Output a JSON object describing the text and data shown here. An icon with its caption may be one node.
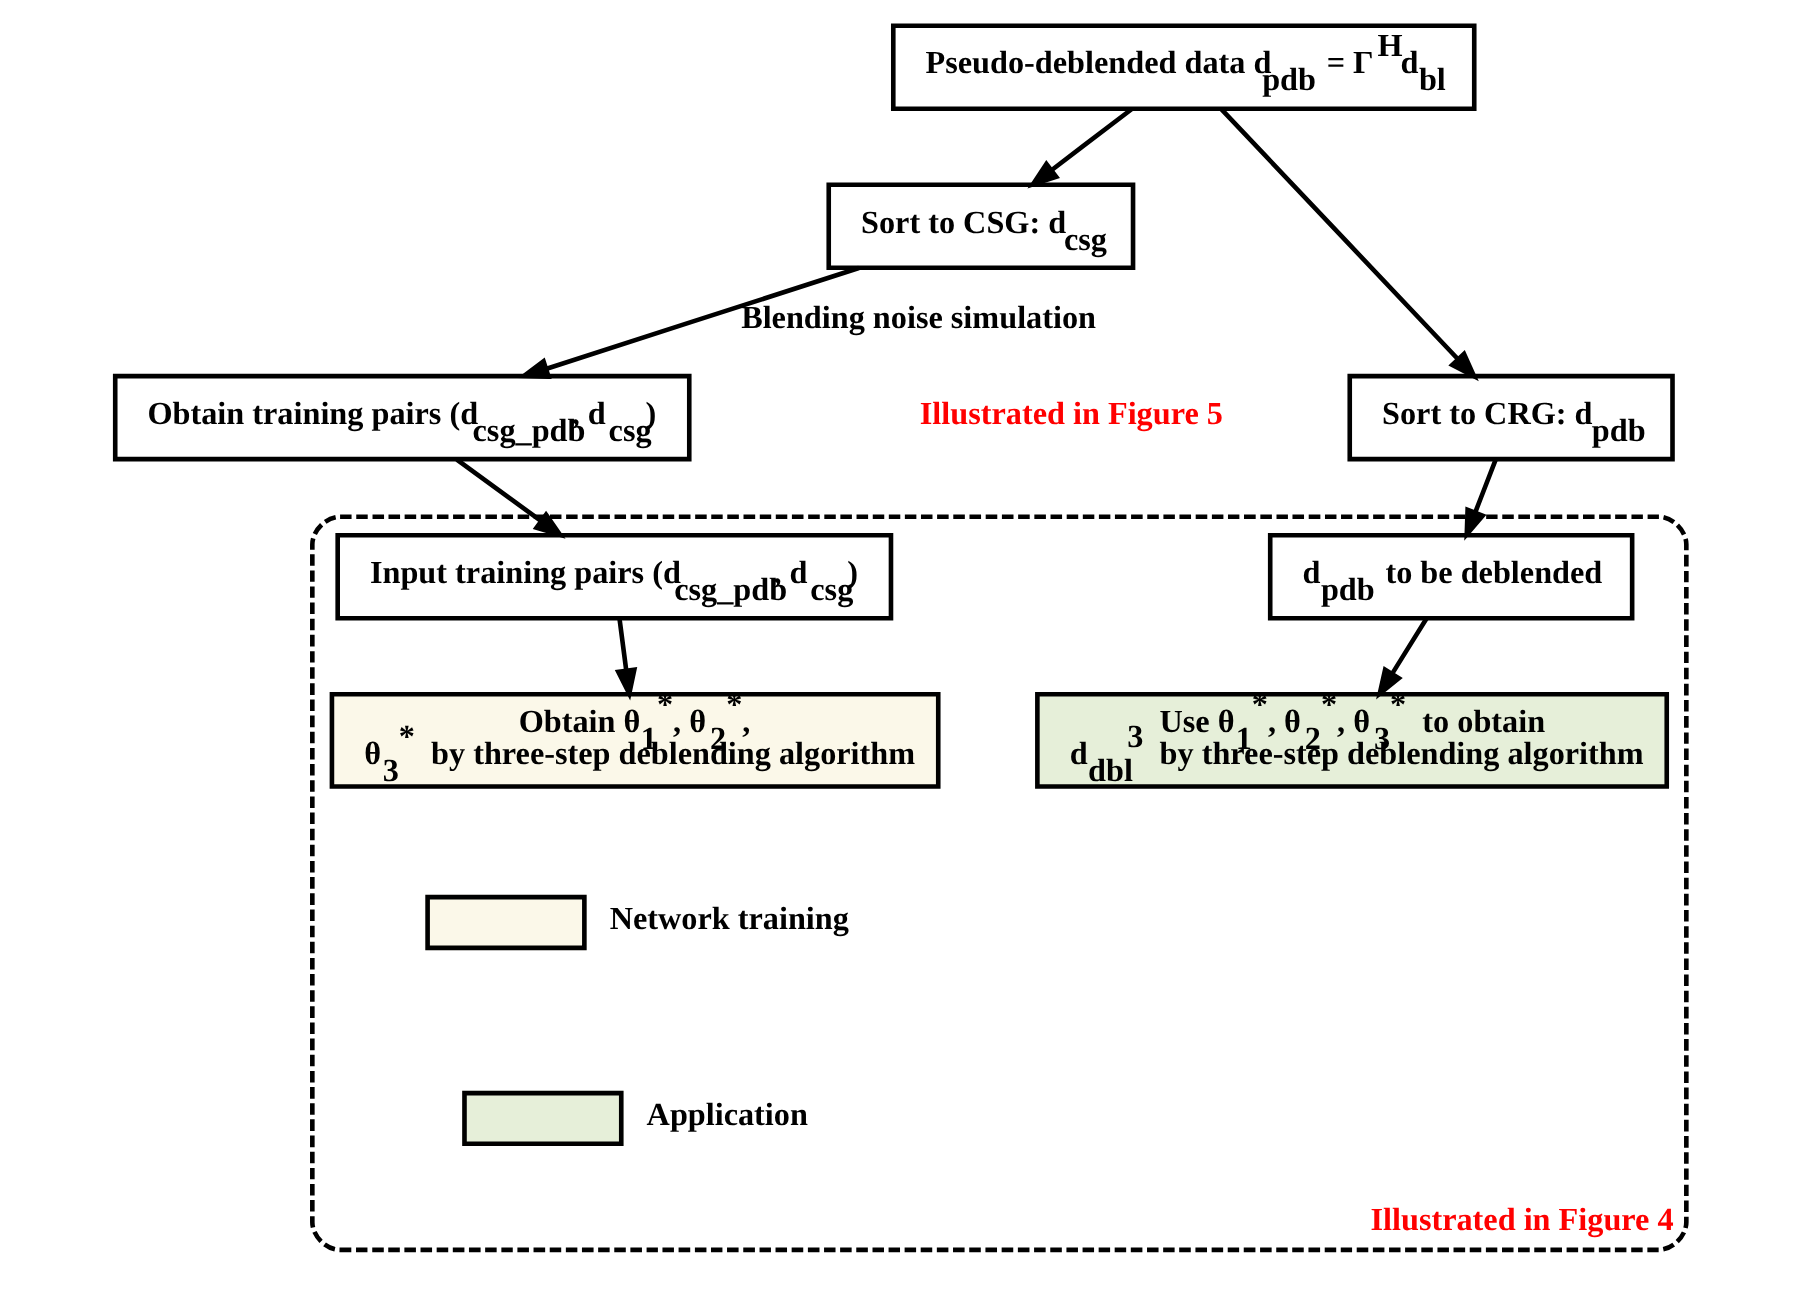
{
  "diagram": {
    "nodes": [
      {
        "text": [
          "Pseudo-deblended data d$_{pdb}$ = Γ$^{H}$d$_{bl}$"
        ]
      },
      {
        "text": [
          "Sort to CSG: d$_{csg}$"
        ]
      },
      {
        "text": [
          "Obtain training pairs (d$_{csg_pdb}$, d$_{csg}$)"
        ]
      },
      {
        "text": [
          "Sort to CRG: d$_{pdb}$"
        ]
      },
      {
        "text": [
          "Illustrated in Figure 4"
        ]
      },
      {
        "text": [
          "Input training pairs (d$_{csg_pdb}$, d$_{csg}$)"
        ],
        "in": 4
      },
      {
        "text": [
          "d$_{pdb}$ to be deblended"
        ],
        "in": 4
      },
      {
        "text": [
          "Obtain θ$_{1}$$^{*}$, θ$_{2}$$^{*}$, θ$_{3}$$^{*}$ by three-step deblending algorithm"
        ],
        "in": 4
      },
      {
        "text": [
          "Use θ$_{1}$$^{*}$, θ$_{2}$$^{*}$, θ$_{3}$$^{*}$ to obtain d$_{dbl}$$^{3}$ by three-step deblending algorithm"
        ],
        "in": 4
      }
    ],
    "edges": [
      {
        "from": 0,
        "to": 1,
        "arrow": "to"
      },
      {
        "from": 0,
        "to": 3,
        "arrow": "to"
      },
      {
        "from": 1,
        "to": 2,
        "arrow": "to",
        "label": "Blending noise simulation"
      },
      {
        "from": 2,
        "to": 5,
        "arrow": "to"
      },
      {
        "from": 3,
        "to": 6,
        "arrow": "to"
      },
      {
        "from": 5,
        "to": 7,
        "arrow": "to"
      },
      {
        "from": 6,
        "to": 8,
        "arrow": "to"
      }
    ],
    "labels": [
      "Illustrated in Figure 5"
    ],
    "legend": [
      {
        "text": "Network training",
        "color": "#fbf8e9"
      },
      {
        "text": "Application",
        "color": "#e6efd9"
      }
    ]
  }
}
